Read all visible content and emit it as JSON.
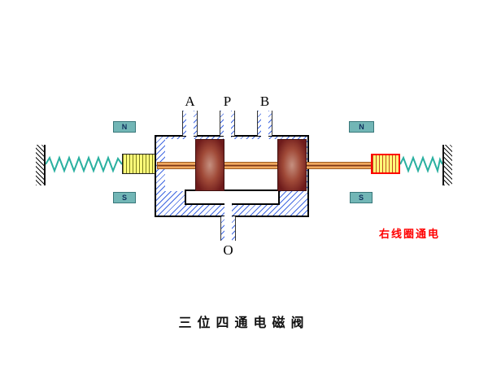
{
  "diagram": {
    "port_labels": {
      "a": "A",
      "p": "P",
      "b": "B",
      "o": "O"
    },
    "pole_labels": {
      "left_top": "N",
      "left_bottom": "S",
      "right_top": "N",
      "right_bottom": "S"
    },
    "status_text": "右线圈通电",
    "caption": "三位四通电磁阀"
  },
  "colors": {
    "spring": "#2ab0a0",
    "hatch": "#4169e1",
    "energized": "#ff0000",
    "status": "#ff0000",
    "pole_bg": "#72b6b6",
    "rod_light": "#f0a85e",
    "rod_dark": "#7a3617",
    "land_dark": "#6e1b1b",
    "coil_bg": "#ffff7a"
  }
}
